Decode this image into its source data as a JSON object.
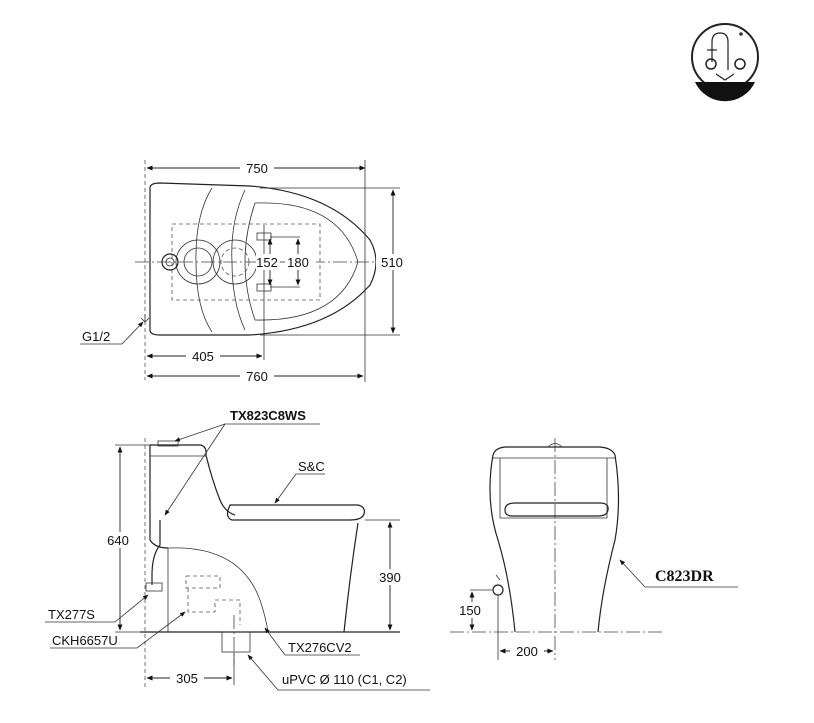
{
  "logo": {
    "icon": "faucet-water-saving-logo-icon"
  },
  "top_view": {
    "dimensions": {
      "overall_width": "750",
      "overall_depth": "510",
      "seat_hole_inner": "152",
      "seat_hole_outer": "180",
      "outlet_distance": "405",
      "total_length": "760"
    },
    "labels": {
      "water_inlet": "G1/2"
    }
  },
  "side_view": {
    "dimensions": {
      "height": "640",
      "seat_height": "390",
      "rough_in": "305"
    },
    "labels": {
      "flush_button": "TX823C8WS",
      "seat_cover": "S&C",
      "stop_valve": "TX277S",
      "flange": "CKH6657U",
      "floor_bolt": "TX276CV2",
      "drain_pipe": "uPVC Ø 110 (C1, C2)"
    }
  },
  "front_view": {
    "dimensions": {
      "inlet_height": "150",
      "inlet_offset": "200"
    },
    "labels": {
      "model": "C823DR"
    }
  }
}
